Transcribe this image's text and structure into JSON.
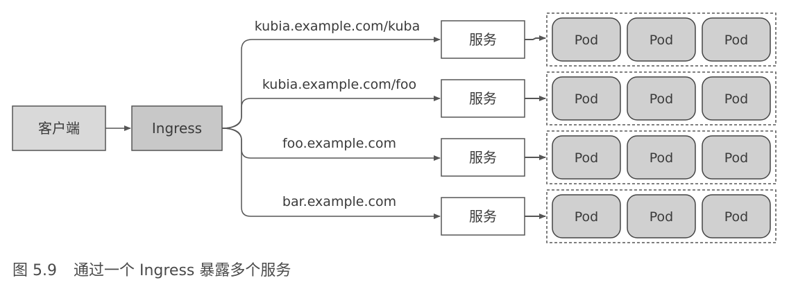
{
  "client": {
    "label": "客户端"
  },
  "ingress": {
    "label": "Ingress"
  },
  "routes": [
    {
      "host": "kubia.example.com/kuba",
      "service": "服务",
      "pods": [
        "Pod",
        "Pod",
        "Pod"
      ]
    },
    {
      "host": "kubia.example.com/foo",
      "service": "服务",
      "pods": [
        "Pod",
        "Pod",
        "Pod"
      ]
    },
    {
      "host": "foo.example.com",
      "service": "服务",
      "pods": [
        "Pod",
        "Pod",
        "Pod"
      ]
    },
    {
      "host": "bar.example.com",
      "service": "服务",
      "pods": [
        "Pod",
        "Pod",
        "Pod"
      ]
    }
  ],
  "caption": {
    "number": "图 5.9",
    "text": "通过一个 Ingress 暴露多个服务"
  },
  "colors": {
    "client_fill": "#d9d9d9",
    "ingress_fill": "#c8c8c8",
    "pod_fill": "#d0d0d0",
    "line": "#555555"
  }
}
